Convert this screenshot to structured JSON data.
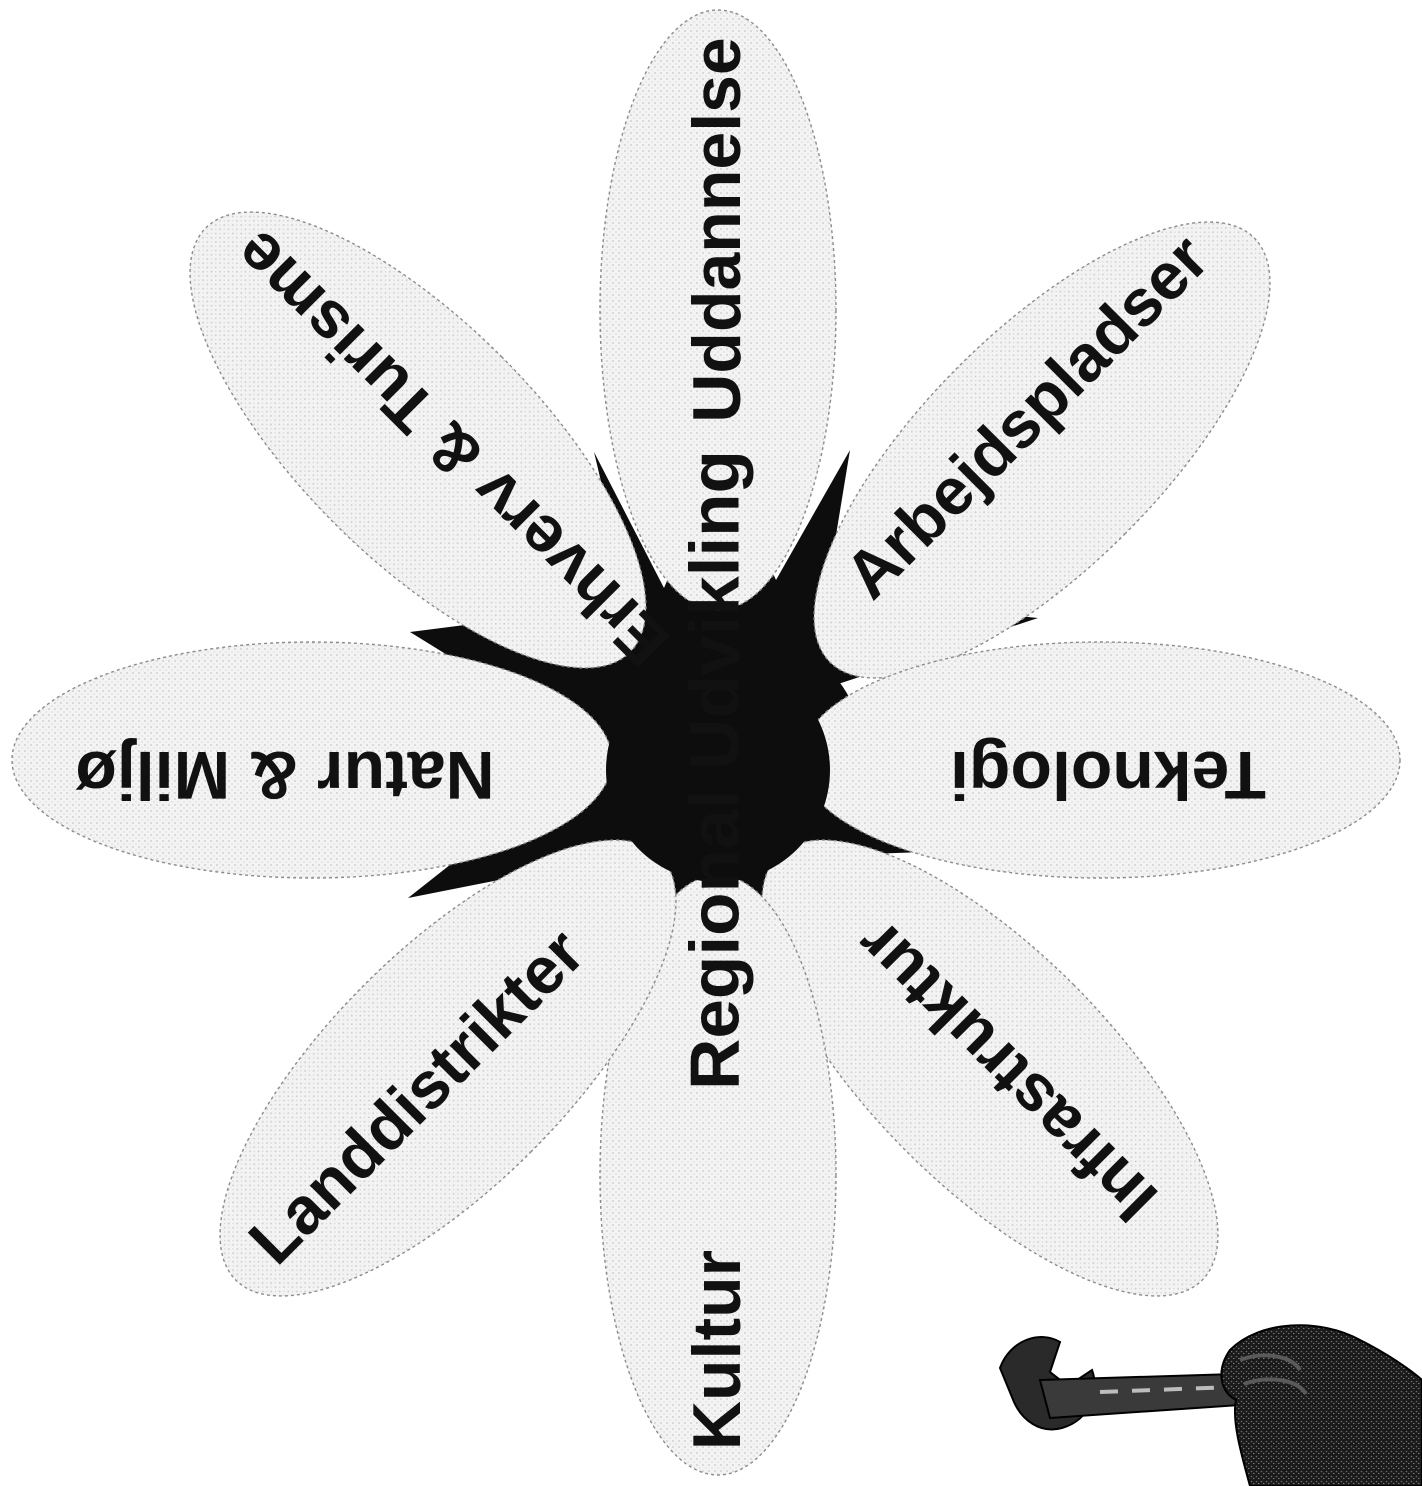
{
  "diagram": {
    "center_label": "Regional Udvikling",
    "petals": [
      {
        "id": "uddannelse",
        "label": "Uddannelse"
      },
      {
        "id": "arbejdspladser",
        "label": "Arbejdspladser"
      },
      {
        "id": "teknologi",
        "label": "Teknologi"
      },
      {
        "id": "infrastruktur",
        "label": "Infrastruktur"
      },
      {
        "id": "kultur",
        "label": "Kultur"
      },
      {
        "id": "landdistrikter",
        "label": "Landdistrikter"
      },
      {
        "id": "natur-miljo",
        "label": "Natur & Miljø"
      },
      {
        "id": "erhverv-turisme",
        "label": "Erhverv & Turisme"
      }
    ],
    "colors": {
      "center": "#0d0d0d",
      "petal_fill": "#f1f1f1",
      "text": "#111111"
    },
    "decoration": "wrench-in-hand"
  }
}
